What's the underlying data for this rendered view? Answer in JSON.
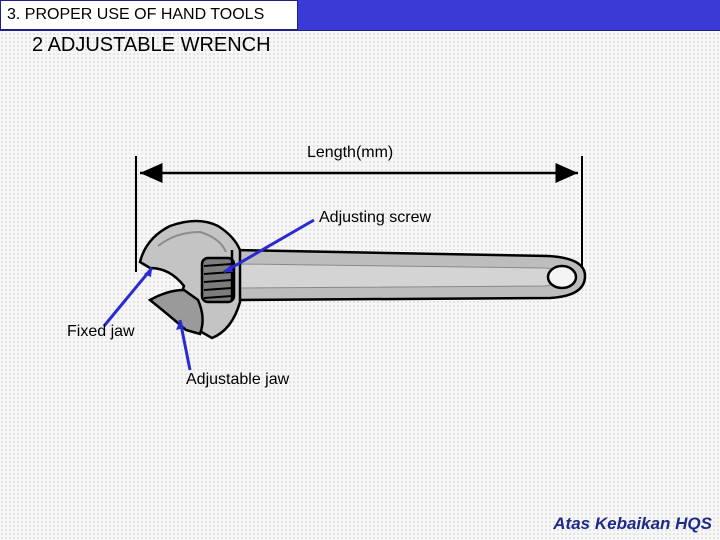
{
  "header": {
    "title": "3. PROPER USE OF HAND TOOLS"
  },
  "subtitle": "2 ADJUSTABLE WRENCH",
  "labels": {
    "length": "Length(mm)",
    "adjusting_screw": "Adjusting screw",
    "fixed_jaw": "Fixed jaw",
    "adjustable_jaw": "Adjustable jaw"
  },
  "footer": "Atas Kebaikan HQS",
  "colors": {
    "header_bar": "#3a3ad6",
    "pointer": "#2a2ad0",
    "footer_text": "#1e2a8a"
  }
}
